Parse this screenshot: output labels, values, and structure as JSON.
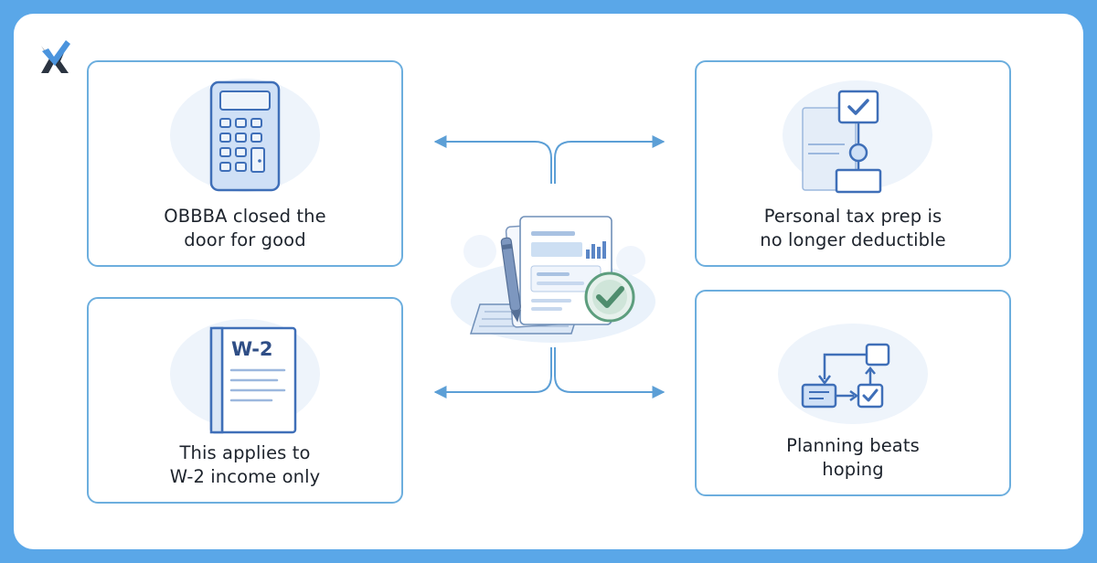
{
  "colors": {
    "frame": "#5aa7e8",
    "card_border": "#6caede",
    "connector": "#5c9fd6",
    "icon_blue": "#3f6fb8",
    "check_green": "#5d9e7e",
    "logo_blue": "#4b94dd",
    "logo_dark": "#2b3441"
  },
  "cards": {
    "top_left": {
      "icon": "calculator-icon",
      "label_line1": "OBBBA closed the",
      "label_line2": "door for good"
    },
    "bottom_left": {
      "icon": "w2-form-icon",
      "form_title": "W-2",
      "label_line1": "This applies to",
      "label_line2": "W-2 income only"
    },
    "top_right": {
      "icon": "flowchart-check-icon",
      "label_line1": "Personal tax prep is",
      "label_line2": "no longer deductible"
    },
    "bottom_right": {
      "icon": "process-flow-icon",
      "label_line1": "Planning beats",
      "label_line2": "hoping"
    }
  },
  "center": {
    "icon": "tax-document-check-icon"
  },
  "logo": {
    "icon": "brand-logo-icon"
  }
}
